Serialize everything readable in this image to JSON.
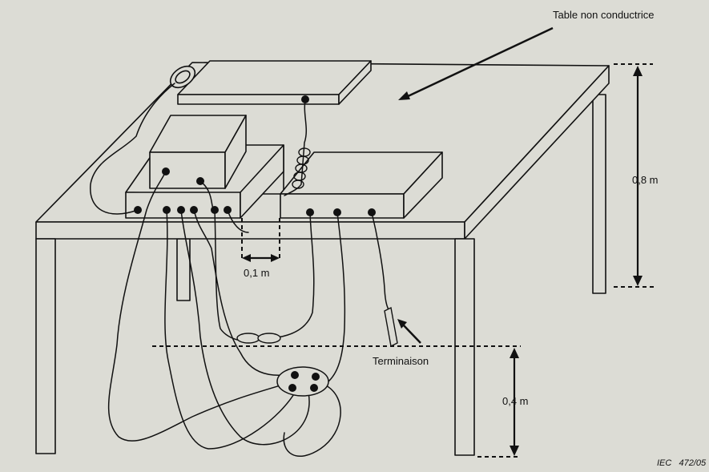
{
  "labels": {
    "table": "Table non conductrice",
    "height_table": "0,8 m",
    "spacing": "0,1 m",
    "termination": "Terminaison",
    "height_cable": "0,4 m",
    "reference": "IEC   472/05"
  },
  "colors": {
    "background": "#dcdcd5",
    "line": "#111111"
  }
}
